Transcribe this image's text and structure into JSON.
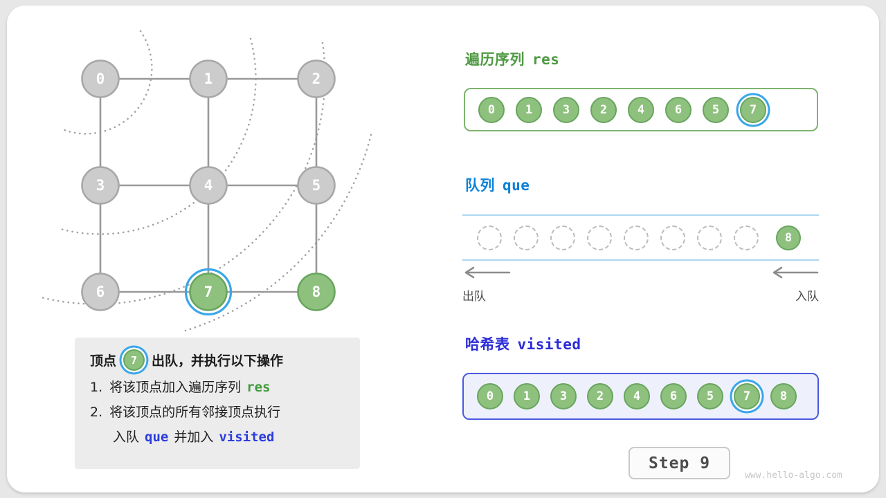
{
  "titles": {
    "res_zh": "遍历序列",
    "res_code": "res",
    "que_zh": "队列",
    "que_code": "que",
    "visited_zh": "哈希表",
    "visited_code": "visited"
  },
  "colors": {
    "node_green": "#8fc17e",
    "node_green_border": "#68a55e",
    "node_gray": "#cccccc",
    "node_gray_border": "#a7a7a7",
    "highlight_ring": "#3aa6e9",
    "res_title": "#4f9a43",
    "que_title": "#0d82d8",
    "visited_title": "#2c2cd8",
    "code_green": "#3f9a39",
    "code_blue": "#2b3cdd"
  },
  "graph": {
    "vertices": [
      {
        "label": "0",
        "state": "gray"
      },
      {
        "label": "1",
        "state": "gray"
      },
      {
        "label": "2",
        "state": "gray"
      },
      {
        "label": "3",
        "state": "gray"
      },
      {
        "label": "4",
        "state": "gray"
      },
      {
        "label": "5",
        "state": "gray"
      },
      {
        "label": "6",
        "state": "gray"
      },
      {
        "label": "7",
        "state": "active"
      },
      {
        "label": "8",
        "state": "green"
      }
    ],
    "edges": [
      [
        0,
        1
      ],
      [
        1,
        2
      ],
      [
        3,
        4
      ],
      [
        4,
        5
      ],
      [
        6,
        7
      ],
      [
        7,
        8
      ],
      [
        0,
        3
      ],
      [
        3,
        6
      ],
      [
        1,
        4
      ],
      [
        4,
        7
      ],
      [
        2,
        5
      ],
      [
        5,
        8
      ]
    ]
  },
  "res_items": [
    {
      "label": "0",
      "state": "green"
    },
    {
      "label": "1",
      "state": "green"
    },
    {
      "label": "3",
      "state": "green"
    },
    {
      "label": "2",
      "state": "green"
    },
    {
      "label": "4",
      "state": "green"
    },
    {
      "label": "6",
      "state": "green"
    },
    {
      "label": "5",
      "state": "green"
    },
    {
      "label": "7",
      "state": "active"
    }
  ],
  "queue": {
    "slots": [
      {
        "state": "empty"
      },
      {
        "state": "empty"
      },
      {
        "state": "empty"
      },
      {
        "state": "empty"
      },
      {
        "state": "empty"
      },
      {
        "state": "empty"
      },
      {
        "state": "empty"
      },
      {
        "state": "empty"
      },
      {
        "label": "8",
        "state": "green",
        "align": "right"
      }
    ],
    "dequeue_label": "出队",
    "enqueue_label": "入队"
  },
  "visited_items": [
    {
      "label": "0",
      "state": "green"
    },
    {
      "label": "1",
      "state": "green"
    },
    {
      "label": "3",
      "state": "green"
    },
    {
      "label": "2",
      "state": "green"
    },
    {
      "label": "4",
      "state": "green"
    },
    {
      "label": "6",
      "state": "green"
    },
    {
      "label": "5",
      "state": "green"
    },
    {
      "label": "7",
      "state": "active"
    },
    {
      "label": "8",
      "state": "green"
    }
  ],
  "info": {
    "prefix": "顶点",
    "vertex_label": "7",
    "suffix": "出队，并执行以下操作",
    "line1_num": "1.",
    "line1_text": "将该顶点加入遍历序列",
    "line1_code": "res",
    "line2_num": "2.",
    "line2_text": "将该顶点的所有邻接顶点执行",
    "line3_a": "入队",
    "line3_code1": "que",
    "line3_b": "并加入",
    "line3_code2": "visited"
  },
  "footer": {
    "step": "Step 9",
    "watermark": "www.hello-algo.com"
  }
}
